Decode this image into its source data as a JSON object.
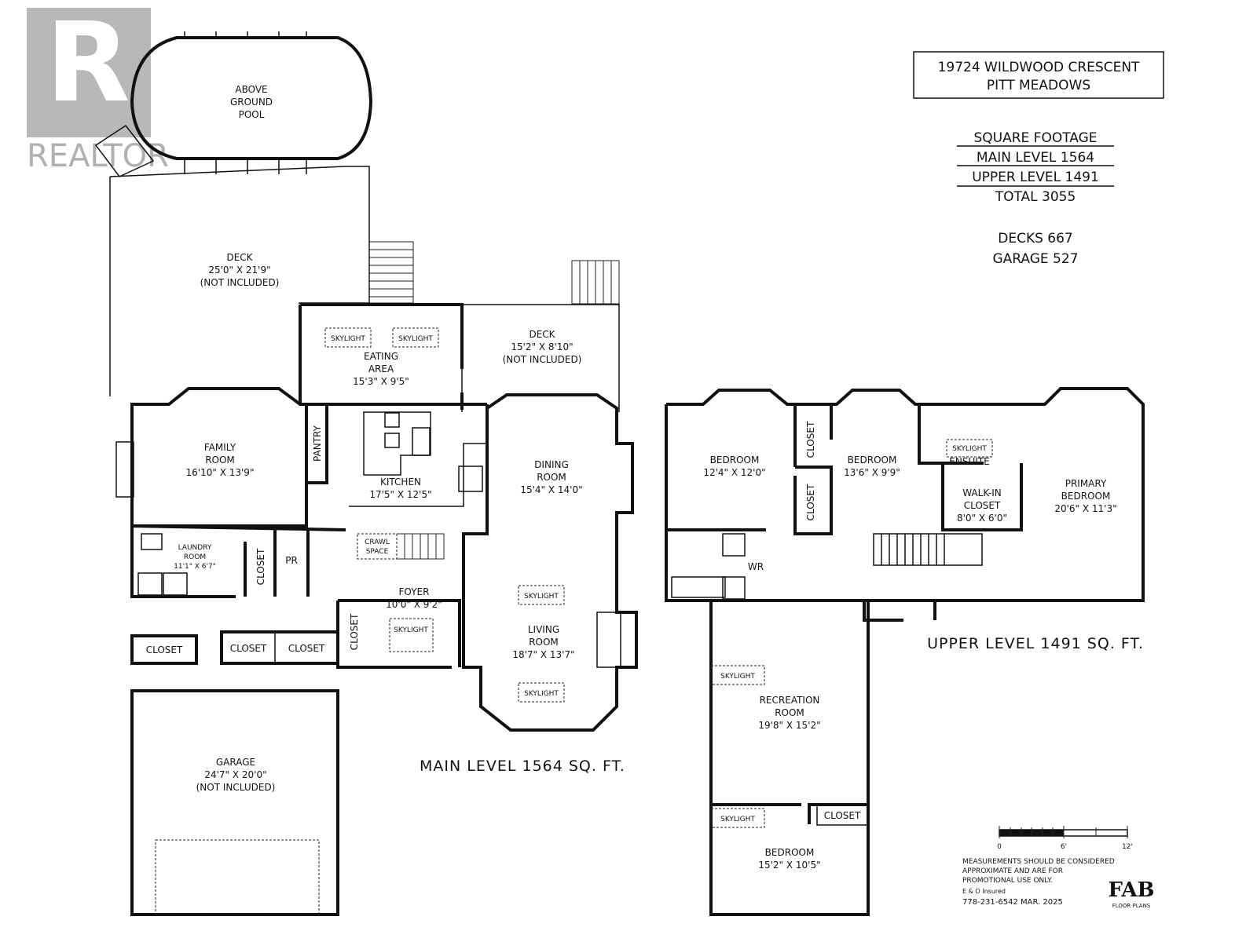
{
  "watermark": {
    "brand": "REALTOR"
  },
  "address": {
    "line1": "19724 WILDWOOD CRESCENT",
    "line2": "PITT MEADOWS"
  },
  "square_footage": {
    "heading": "SQUARE FOOTAGE",
    "main": "MAIN LEVEL 1564",
    "upper": "UPPER LEVEL 1491",
    "total": "TOTAL 3055",
    "decks": "DECKS 667",
    "garage": "GARAGE 527"
  },
  "main_level": {
    "caption": "MAIN LEVEL 1564 SQ. FT.",
    "pool": {
      "l1": "ABOVE",
      "l2": "GROUND",
      "l3": "POOL"
    },
    "deck_large": {
      "name": "DECK",
      "dims": "25'0\" X 21'9\"",
      "note": "(NOT INCLUDED)"
    },
    "deck_small": {
      "name": "DECK",
      "dims": "15'2\" X 8'10\"",
      "note": "(NOT INCLUDED)"
    },
    "eating": {
      "l1": "EATING",
      "l2": "AREA",
      "dims": "15'3\" X 9'5\""
    },
    "family": {
      "l1": "FAMILY",
      "l2": "ROOM",
      "dims": "16'10\" X 13'9\""
    },
    "pantry": "PANTRY",
    "kitchen": {
      "name": "KITCHEN",
      "dims": "17'5\" X 12'5\""
    },
    "dining": {
      "l1": "DINING",
      "l2": "ROOM",
      "dims": "15'4\" X 14'0\""
    },
    "laundry": {
      "l1": "LAUNDRY",
      "l2": "ROOM",
      "dims": "11'1\" X 6'7\""
    },
    "closet": "CLOSET",
    "pr": "PR",
    "crawl": {
      "l1": "CRAWL",
      "l2": "SPACE"
    },
    "foyer": {
      "name": "FOYER",
      "dims": "10'0\" X 9'2\""
    },
    "living": {
      "l1": "LIVING",
      "l2": "ROOM",
      "dims": "18'7\" X 13'7\""
    },
    "skylight": "SKYLIGHT",
    "garage": {
      "name": "GARAGE",
      "dims": "24'7\" X 20'0\"",
      "note": "(NOT INCLUDED)"
    }
  },
  "upper_level": {
    "caption": "UPPER LEVEL 1491 SQ. FT.",
    "bedroom1": {
      "name": "BEDROOM",
      "dims": "12'4\" X 12'0\""
    },
    "bedroom2": {
      "name": "BEDROOM",
      "dims": "13'6\" X 9'9\""
    },
    "ensuite": "ENSUITE",
    "walkin": {
      "l1": "WALK-IN",
      "l2": "CLOSET",
      "dims": "8'0\" X 6'0\""
    },
    "primary": {
      "l1": "PRIMARY",
      "l2": "BEDROOM",
      "dims": "20'6\" X 11'3\""
    },
    "wr": "WR",
    "recreation": {
      "l1": "RECREATION",
      "l2": "ROOM",
      "dims": "19'8\" X 15'2\""
    },
    "bedroom3": {
      "name": "BEDROOM",
      "dims": "15'2\" X 10'5\""
    },
    "closet": "CLOSET",
    "skylight": "SKYLIGHT"
  },
  "scale": {
    "t0": "0",
    "t1": "6'",
    "t2": "12'"
  },
  "disclaimer": {
    "l1": "MEASUREMENTS SHOULD BE CONSIDERED",
    "l2": "APPROXIMATE AND ARE FOR",
    "l3": "PROMOTIONAL USE ONLY.",
    "l4": "E & O Insured",
    "l5": "778-231-6542  MAR. 2025"
  },
  "logo": {
    "mark": "FAB",
    "sub": "FLOOR PLANS"
  }
}
